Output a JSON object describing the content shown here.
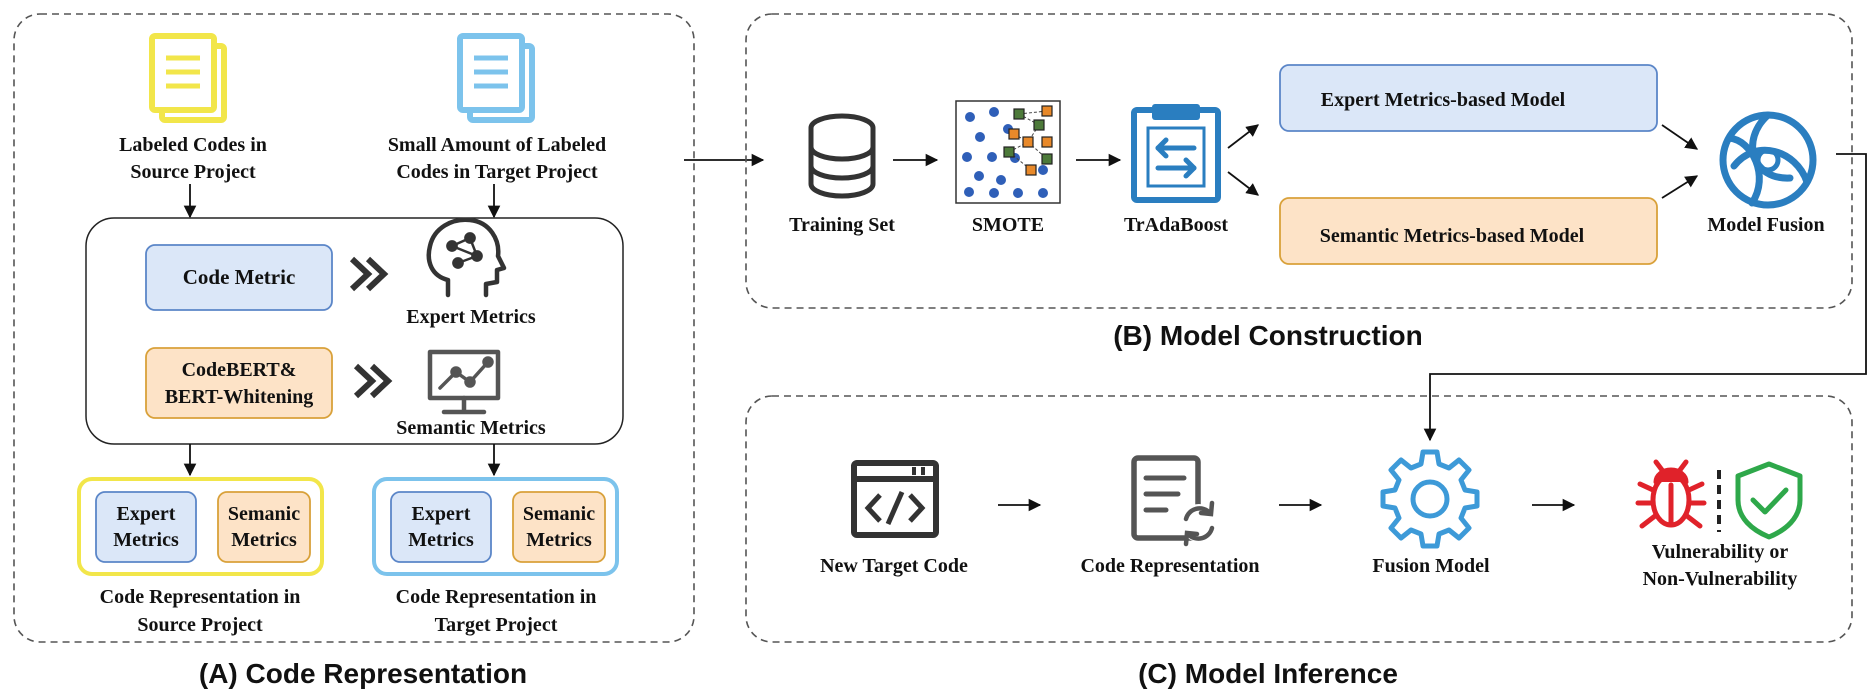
{
  "panel_a": {
    "title": "(A) Code Representation",
    "source_doc": [
      "Labeled Codes in",
      "Source Project"
    ],
    "target_doc": [
      "Small Amount of Labeled",
      "Codes in Target Project"
    ],
    "code_metric": "Code Metric",
    "expert_metrics": "Expert Metrics",
    "codebert": [
      "CodeBERT&",
      "BERT-Whitening"
    ],
    "semantic_metrics": "Semantic Metrics",
    "left_box": {
      "expert": [
        "Expert",
        "Metrics"
      ],
      "semanic": [
        "Semanic",
        "Metrics"
      ]
    },
    "right_box": {
      "expert": [
        "Expert",
        "Metrics"
      ],
      "semanic": [
        "Semanic",
        "Metrics"
      ]
    },
    "source_caption": [
      "Code Representation in",
      "Source Project"
    ],
    "target_caption": [
      "Code Representation in",
      "Target Project"
    ]
  },
  "panel_b": {
    "title": "(B) Model Construction",
    "training_set": "Training Set",
    "smote": "SMOTE",
    "tradaboost": "TrAdaBoost",
    "expert_model": "Expert Metrics-based Model",
    "semantic_model": "Semantic Metrics-based Model",
    "model_fusion": "Model Fusion"
  },
  "panel_c": {
    "title": "(C) Model Inference",
    "new_target_code": "New Target Code",
    "code_representation": "Code Representation",
    "fusion_model": "Fusion Model",
    "result": [
      "Vulnerability or",
      "Non-Vulnerability"
    ]
  },
  "colors": {
    "yellow": "#f2e64a",
    "light_blue": "#7cc3ec",
    "blue_fill": "#dbe7f8",
    "blue_stroke": "#5b86c8",
    "orange_fill": "#fde3c7",
    "orange_stroke": "#d9a13a",
    "icon_blue": "#2a7ec0",
    "bug_red": "#e0222a",
    "shield_green": "#2ea84a",
    "dark_icon": "#333333"
  }
}
